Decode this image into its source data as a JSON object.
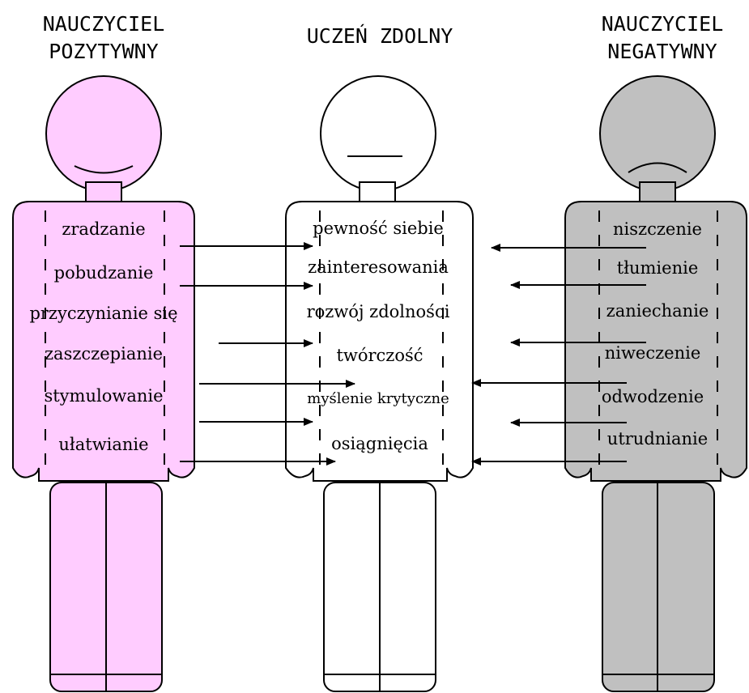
{
  "titles": {
    "positive": [
      "NAUCZYCIEL",
      "POZYTYWNY"
    ],
    "student": [
      "UCZEŃ ZDOLNY"
    ],
    "negative": [
      "NAUCZYCIEL",
      "NEGATYWNY"
    ]
  },
  "positive_actions": [
    "zradzanie",
    "pobudzanie",
    "przyczynianie się",
    "zaszczepianie",
    "stymulowanie",
    "ułatwianie"
  ],
  "student_traits": [
    "pewność siebie",
    "zainteresowania",
    "rozwój zdolności",
    "twórczość",
    "myślenie krytyczne",
    "osiągnięcia"
  ],
  "negative_actions": [
    "niszczenie",
    "tłumienie",
    "zaniechanie",
    "niweczenie",
    "odwodzenie",
    "utrudnianie"
  ],
  "colors": {
    "positive_fill": "#FFCCFF",
    "student_fill": "#FFFFFF",
    "negative_fill": "#C0C0C0",
    "line": "#000000"
  }
}
